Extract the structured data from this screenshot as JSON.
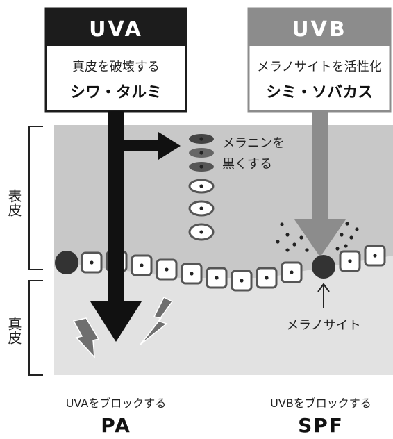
{
  "uva": {
    "title": "UVA",
    "desc": "真皮を破壊する",
    "effect": "シワ・タルミ",
    "block_text": "UVAをブロックする",
    "block_label": "PA"
  },
  "uvb": {
    "title": "UVB",
    "desc": "メラノサイトを活性化",
    "effect": "シミ・ソバカス",
    "block_text": "UVBをブロックする",
    "block_label": "SPF"
  },
  "annotations": {
    "melanin_line1": "メラニンを",
    "melanin_line2": "黒くする",
    "melanocyte": "メラノサイト"
  },
  "layers": {
    "epidermis": "表皮",
    "dermis": "真皮"
  }
}
